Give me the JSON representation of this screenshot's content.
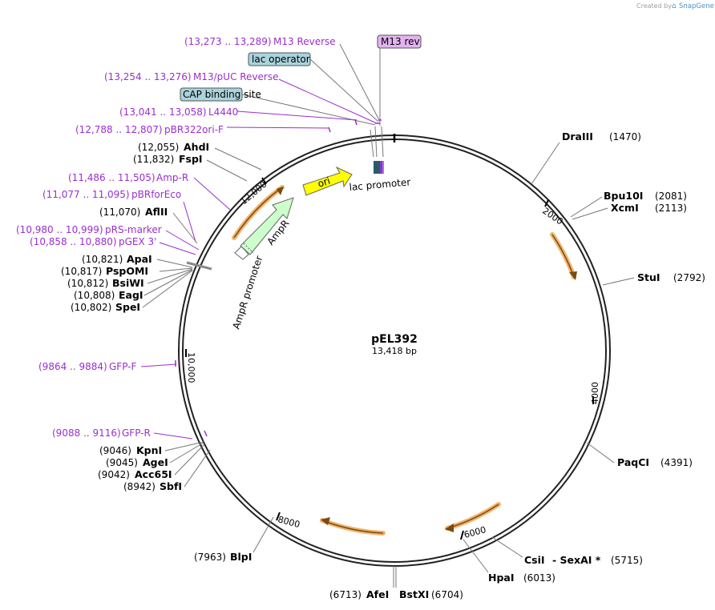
{
  "credit": {
    "text": "Created by",
    "brand": "SnapGene"
  },
  "plasmid": {
    "name": "pEL392",
    "length_label": "13,418 bp",
    "length_bp": 13418
  },
  "ticks": [
    "2000",
    "4000",
    "6000",
    "8000",
    "10,000",
    "12,000"
  ],
  "enzymes": [
    {
      "name": "DraIII",
      "pos": "(1470)"
    },
    {
      "name": "Bpu10I",
      "pos": "(2081)"
    },
    {
      "name": "XcmI",
      "pos": "(2113)"
    },
    {
      "name": "StuI",
      "pos": "(2792)"
    },
    {
      "name": "PaqCI",
      "pos": "(4391)"
    },
    {
      "name": "CsiI",
      "pos": ""
    },
    {
      "name": "- SexAI *",
      "pos": "(5715)"
    },
    {
      "name": "HpaI",
      "pos": "(6013)"
    },
    {
      "name": "BstXI",
      "pos": "(6704)"
    },
    {
      "name": "AfeI",
      "pos": "(6713)"
    },
    {
      "name": "BlpI",
      "pos": "(7963)"
    },
    {
      "name": "SbfI",
      "pos": "(8942)"
    },
    {
      "name": "Acc65I",
      "pos": "(9042)"
    },
    {
      "name": "AgeI",
      "pos": "(9045)"
    },
    {
      "name": "KpnI",
      "pos": "(9046)"
    },
    {
      "name": "SpeI",
      "pos": "(10,802)"
    },
    {
      "name": "EagI",
      "pos": "(10,808)"
    },
    {
      "name": "BsiWI",
      "pos": "(10,812)"
    },
    {
      "name": "PspOMI",
      "pos": "(10,817)"
    },
    {
      "name": "ApaI",
      "pos": "(10,821)"
    },
    {
      "name": "AflII",
      "pos": "(11,070)"
    },
    {
      "name": "FspI",
      "pos": "(11,832)"
    },
    {
      "name": "AhdI",
      "pos": "(12,055)"
    }
  ],
  "primers": [
    {
      "name": "M13 Reverse",
      "range": "(13,273 .. 13,289)"
    },
    {
      "name": "M13/pUC Reverse",
      "range": "(13,254 .. 13,276)"
    },
    {
      "name": "L4440",
      "range": "(13,041 .. 13,058)"
    },
    {
      "name": "pBR322ori-F",
      "range": "(12,788 .. 12,807)"
    },
    {
      "name": "Amp-R",
      "range": "(11,486 .. 11,505)"
    },
    {
      "name": "pBRforEco",
      "range": "(11,077 .. 11,095)"
    },
    {
      "name": "pRS-marker",
      "range": "(10,980 .. 10,999)"
    },
    {
      "name": "pGEX 3'",
      "range": "(10,858 .. 10,880)"
    },
    {
      "name": "GFP-F",
      "range": "(9864 .. 9884)"
    },
    {
      "name": "GFP-R",
      "range": "(9088 .. 9116)"
    }
  ],
  "boxed_features": [
    {
      "name": "M13 rev",
      "color": "#e3b3f0"
    },
    {
      "name": "lac operator",
      "color": "#a9d4dc"
    },
    {
      "name": "CAP binding site",
      "color": "#a9d4dc"
    }
  ],
  "features": {
    "ori": "ori",
    "ampr": "AmpR",
    "ampr_promoter": "AmpR promoter",
    "lac_promoter": "lac promoter"
  },
  "colors": {
    "backbone": "#222222",
    "primer": "#9a2fcf",
    "ori": "#ffff00",
    "ampr": "#ccffcc",
    "orf": "#f2b36a"
  }
}
